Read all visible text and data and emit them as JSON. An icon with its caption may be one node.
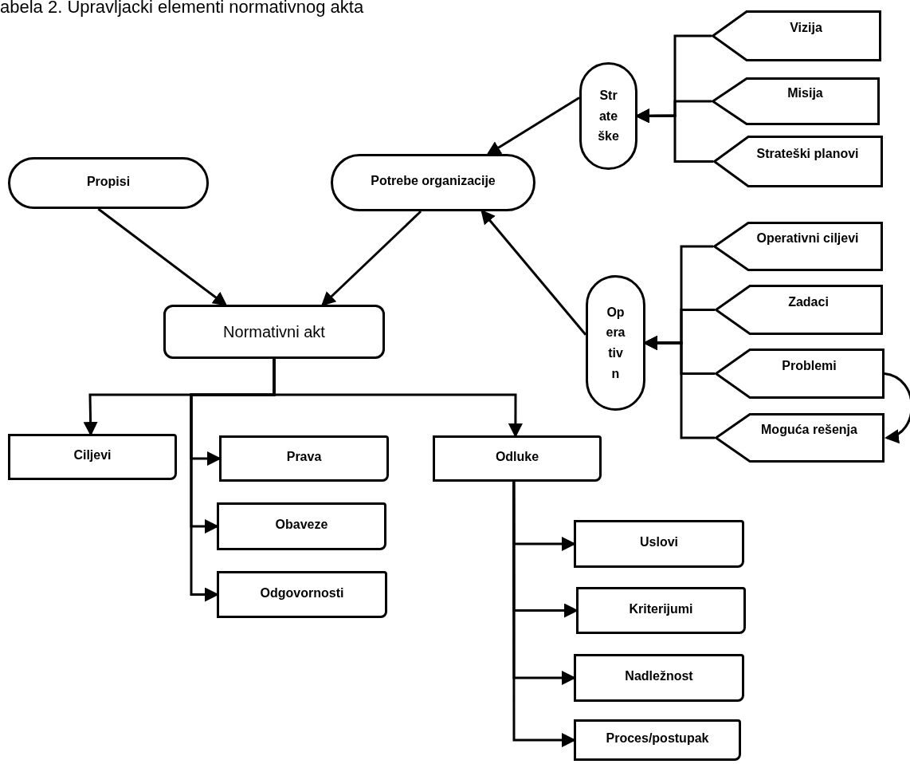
{
  "diagram": {
    "title": "abela 2. Upravljacki elementi normativnog akta",
    "nodes": [
      {
        "text": [
          "Propisi"
        ]
      },
      {
        "text": [
          "Potrebe organizacije"
        ]
      },
      {
        "text": [
          "Strateške"
        ]
      },
      {
        "text": [
          "Vizija"
        ]
      },
      {
        "text": [
          "Misija"
        ]
      },
      {
        "text": [
          "Strateški planovi"
        ]
      },
      {
        "text": [
          "Normativni akt"
        ]
      },
      {
        "text": [
          "Operativni ciljevi"
        ]
      },
      {
        "text": [
          "Zadaci"
        ]
      },
      {
        "text": [
          "Operativn"
        ]
      },
      {
        "text": [
          "Problemi"
        ]
      },
      {
        "text": [
          "Moguća rešenja"
        ]
      },
      {
        "text": [
          "Ciljevi"
        ]
      },
      {
        "text": [
          "Prava"
        ]
      },
      {
        "text": [
          "Odluke"
        ]
      },
      {
        "text": [
          "Obaveze"
        ]
      },
      {
        "text": [
          "Odgovornosti"
        ]
      },
      {
        "text": [
          "Uslovi"
        ]
      },
      {
        "text": [
          "Kriterijumi"
        ]
      },
      {
        "text": [
          "Nadležnost"
        ]
      },
      {
        "text": [
          "Proces/postupak"
        ]
      }
    ],
    "edges": [
      {
        "from": 0,
        "to": 6,
        "arrow": "to"
      },
      {
        "from": 1,
        "to": 6,
        "arrow": "to"
      },
      {
        "from": 2,
        "to": 1,
        "arrow": "to"
      },
      {
        "from": 9,
        "to": 1,
        "arrow": "to"
      },
      {
        "from": 3,
        "to": 2,
        "arrow": "to"
      },
      {
        "from": 4,
        "to": 2,
        "arrow": "to"
      },
      {
        "from": 5,
        "to": 2,
        "arrow": "to"
      },
      {
        "from": 7,
        "to": 9,
        "arrow": "to"
      },
      {
        "from": 8,
        "to": 9,
        "arrow": "to"
      },
      {
        "from": 10,
        "to": 9,
        "arrow": "to"
      },
      {
        "from": 11,
        "to": 9,
        "arrow": "to"
      },
      {
        "from": 10,
        "to": 11,
        "arrow": "to"
      },
      {
        "from": 6,
        "to": 12,
        "arrow": "to"
      },
      {
        "from": 6,
        "to": 13,
        "arrow": "to"
      },
      {
        "from": 6,
        "to": 15,
        "arrow": "to"
      },
      {
        "from": 6,
        "to": 16,
        "arrow": "to"
      },
      {
        "from": 6,
        "to": 14,
        "arrow": "to"
      },
      {
        "from": 14,
        "to": 17,
        "arrow": "to"
      },
      {
        "from": 14,
        "to": 18,
        "arrow": "to"
      },
      {
        "from": 14,
        "to": 19,
        "arrow": "to"
      },
      {
        "from": 14,
        "to": 20,
        "arrow": "to"
      }
    ]
  }
}
